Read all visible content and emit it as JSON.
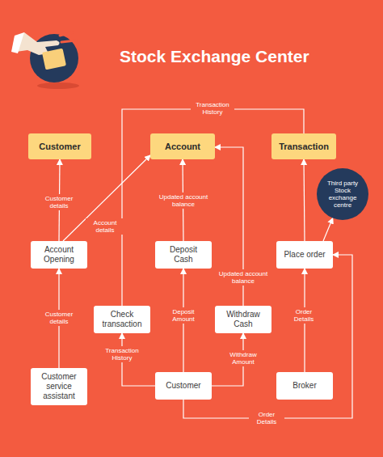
{
  "diagram": {
    "title": "Stock Exchange Center",
    "nodes": [
      {
        "text": [
          "Customer"
        ]
      },
      {
        "text": [
          "Account"
        ]
      },
      {
        "text": [
          "Transaction"
        ]
      },
      {
        "text": [
          "Third party Stock exchange centre"
        ]
      },
      {
        "text": [
          "Account Opening"
        ]
      },
      {
        "text": [
          "Deposit Cash"
        ]
      },
      {
        "text": [
          "Place order"
        ]
      },
      {
        "text": [
          "Check transaction"
        ]
      },
      {
        "text": [
          "Withdraw Cash"
        ]
      },
      {
        "text": [
          "Customer service assistant"
        ]
      },
      {
        "text": [
          "Customer"
        ]
      },
      {
        "text": [
          "Broker"
        ]
      }
    ],
    "edges": [
      {
        "from": 4,
        "to": 0,
        "arrow": "to",
        "label": "Customer details"
      },
      {
        "from": 4,
        "to": 1,
        "arrow": "to",
        "label": "Account details"
      },
      {
        "from": 5,
        "to": 1,
        "arrow": "to",
        "label": "Updated account balance"
      },
      {
        "from": 6,
        "to": 2,
        "arrow": "to"
      },
      {
        "from": 6,
        "to": 3,
        "arrow": "to"
      },
      {
        "from": 9,
        "to": 4,
        "arrow": "to",
        "label": "Customer details"
      },
      {
        "from": 10,
        "to": 5,
        "arrow": "to",
        "label": "Deposit Amount"
      },
      {
        "from": 10,
        "to": 8,
        "arrow": "to",
        "label": "Withdraw Amount"
      },
      {
        "from": 8,
        "to": 1,
        "arrow": "to",
        "label": "Updated account balance"
      },
      {
        "from": 10,
        "to": 7,
        "arrow": "to",
        "label": "Transaction History"
      },
      {
        "from": 7,
        "to": 2,
        "arrow": "none",
        "label": "Transaction History"
      },
      {
        "from": 11,
        "to": 6,
        "arrow": "to",
        "label": "Order Details"
      },
      {
        "from": 10,
        "to": 6,
        "arrow": "to",
        "label": "Order Details"
      }
    ]
  }
}
